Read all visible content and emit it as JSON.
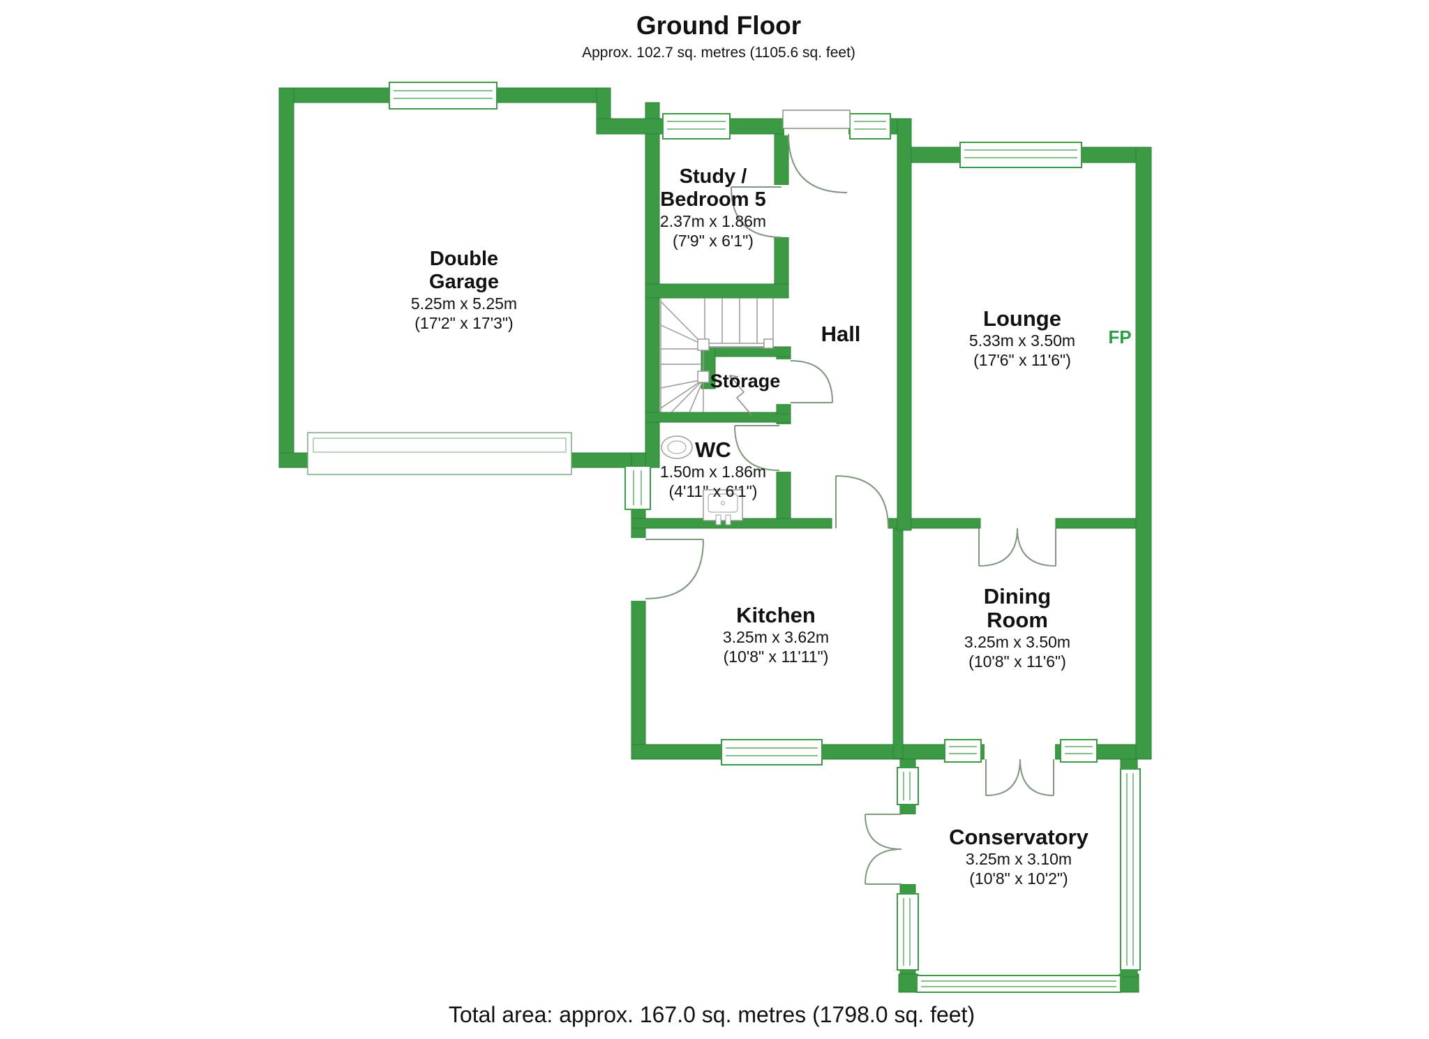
{
  "title": {
    "text": "Ground Floor",
    "subtitle": "Approx. 102.7 sq. metres (1105.6 sq. feet)"
  },
  "footer": {
    "total": "Total area: approx. 167.0 sq. metres (1798.0 sq. feet)"
  },
  "colors": {
    "wall_green": "#3c9a45",
    "wall_edge": "#2e7d36",
    "fireplace_accent": "#2f9e45",
    "door_arc": "#7f977f"
  },
  "rooms": {
    "garage": {
      "line1": "Double",
      "line2": "Garage",
      "metric": "5.25m x 5.25m",
      "imperial": "(17'2\" x 17'3\")"
    },
    "study": {
      "line1": "Study /",
      "line2": "Bedroom 5",
      "metric": "2.37m x 1.86m",
      "imperial": "(7'9\" x 6'1\")"
    },
    "hall": {
      "line1": "Hall"
    },
    "storage": {
      "line1": "Storage"
    },
    "lounge": {
      "line1": "Lounge",
      "metric": "5.33m x 3.50m",
      "imperial": "(17'6\" x 11'6\")"
    },
    "fireplace": {
      "label": "FP"
    },
    "wc": {
      "line1": "WC",
      "metric": "1.50m x 1.86m",
      "imperial": "(4'11\" x 6'1\")"
    },
    "kitchen": {
      "line1": "Kitchen",
      "metric": "3.25m x 3.62m",
      "imperial": "(10'8\" x 11'11\")"
    },
    "dining": {
      "line1": "Dining",
      "line2": "Room",
      "metric": "3.25m x 3.50m",
      "imperial": "(10'8\" x 11'6\")"
    },
    "conservatory": {
      "line1": "Conservatory",
      "metric": "3.25m x 3.10m",
      "imperial": "(10'8\" x 10'2\")"
    }
  }
}
